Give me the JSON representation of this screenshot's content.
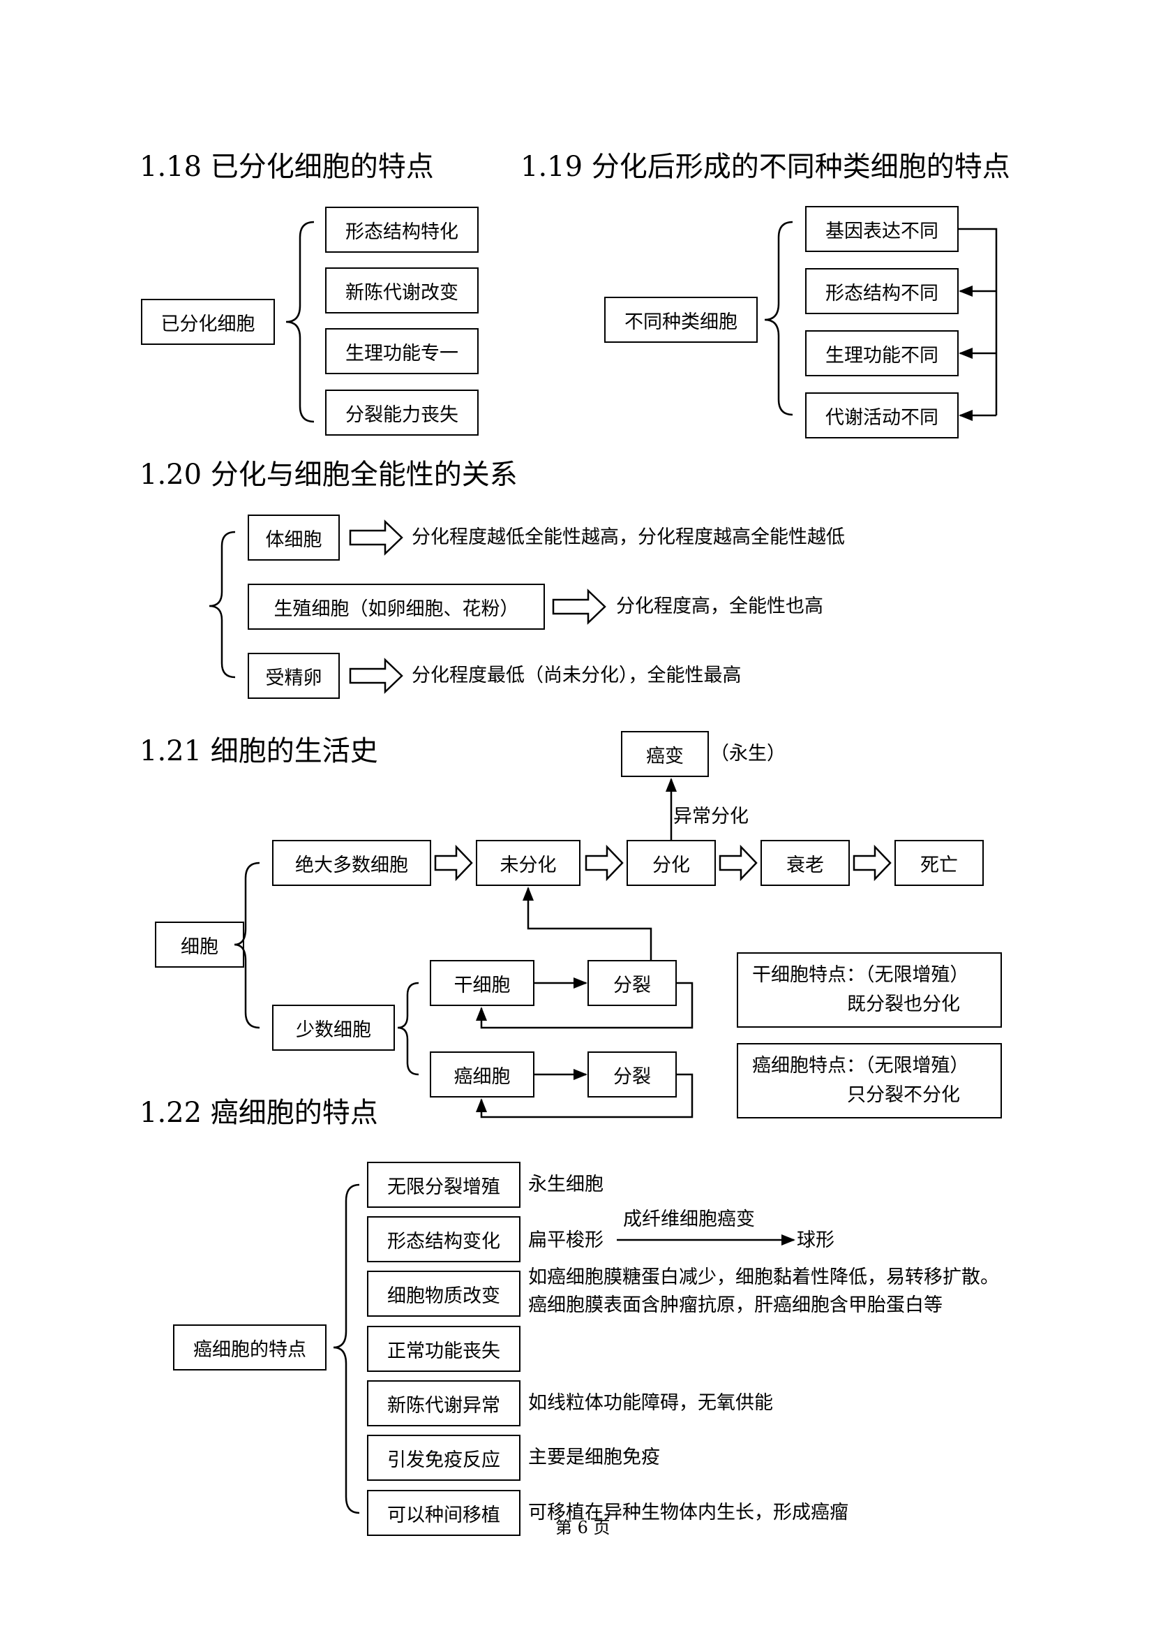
{
  "s118": {
    "title": "1.18 已分化细胞的特点",
    "root": "已分化细胞",
    "items": [
      "形态结构特化",
      "新陈代谢改变",
      "生理功能专一",
      "分裂能力丧失"
    ]
  },
  "s119": {
    "title": "1.19 分化后形成的不同种类细胞的特点",
    "root": "不同种类细胞",
    "items": [
      "基因表达不同",
      "形态结构不同",
      "生理功能不同",
      "代谢活动不同"
    ]
  },
  "s120": {
    "title": "1.20 分化与细胞全能性的关系",
    "rows": [
      {
        "box": "体细胞",
        "text": "分化程度越低全能性越高，分化程度越高全能性越低"
      },
      {
        "box": "生殖细胞（如卵细胞、花粉）",
        "text": "分化程度高，全能性也高"
      },
      {
        "box": "受精卵",
        "text": "分化程度最低（尚未分化），全能性最高"
      }
    ]
  },
  "s121": {
    "title": "1.21 细胞的生活史",
    "cell": "细胞",
    "majority": "绝大多数细胞",
    "minority": "少数细胞",
    "chain": [
      "未分化",
      "分化",
      "衰老",
      "死亡"
    ],
    "cancer": "癌变",
    "immortal": "（永生）",
    "abnormal": "异常分化",
    "stem": "干细胞",
    "cancer_cell": "癌细胞",
    "divide": "分裂",
    "stem_note": [
      "干细胞特点：（无限增殖）",
      "既分裂也分化"
    ],
    "cancer_note": [
      "癌细胞特点：（无限增殖）",
      "只分裂不分化"
    ]
  },
  "s122": {
    "title": "1.22 癌细胞的特点",
    "root": "癌细胞的特点",
    "items": [
      {
        "box": "无限分裂增殖",
        "desc": [
          "永生细胞"
        ]
      },
      {
        "box": "形态结构变化",
        "desc": [
          "扁平梭形"
        ],
        "arrow_label": "成纤维细胞癌变",
        "arrow_target": "球形"
      },
      {
        "box": "细胞物质改变",
        "desc": [
          "如癌细胞膜糖蛋白减少，细胞黏着性降低，易转移扩散。",
          "癌细胞膜表面含肿瘤抗原，肝癌细胞含甲胎蛋白等"
        ]
      },
      {
        "box": "正常功能丧失",
        "desc": []
      },
      {
        "box": "新陈代谢异常",
        "desc": [
          "如线粒体功能障碍，无氧供能"
        ]
      },
      {
        "box": "引发免疫反应",
        "desc": [
          "主要是细胞免疫"
        ]
      },
      {
        "box": "可以种间移植",
        "desc": [
          "可移植在异种生物体内生长，形成癌瘤"
        ]
      }
    ]
  },
  "footer": "第 6 页"
}
